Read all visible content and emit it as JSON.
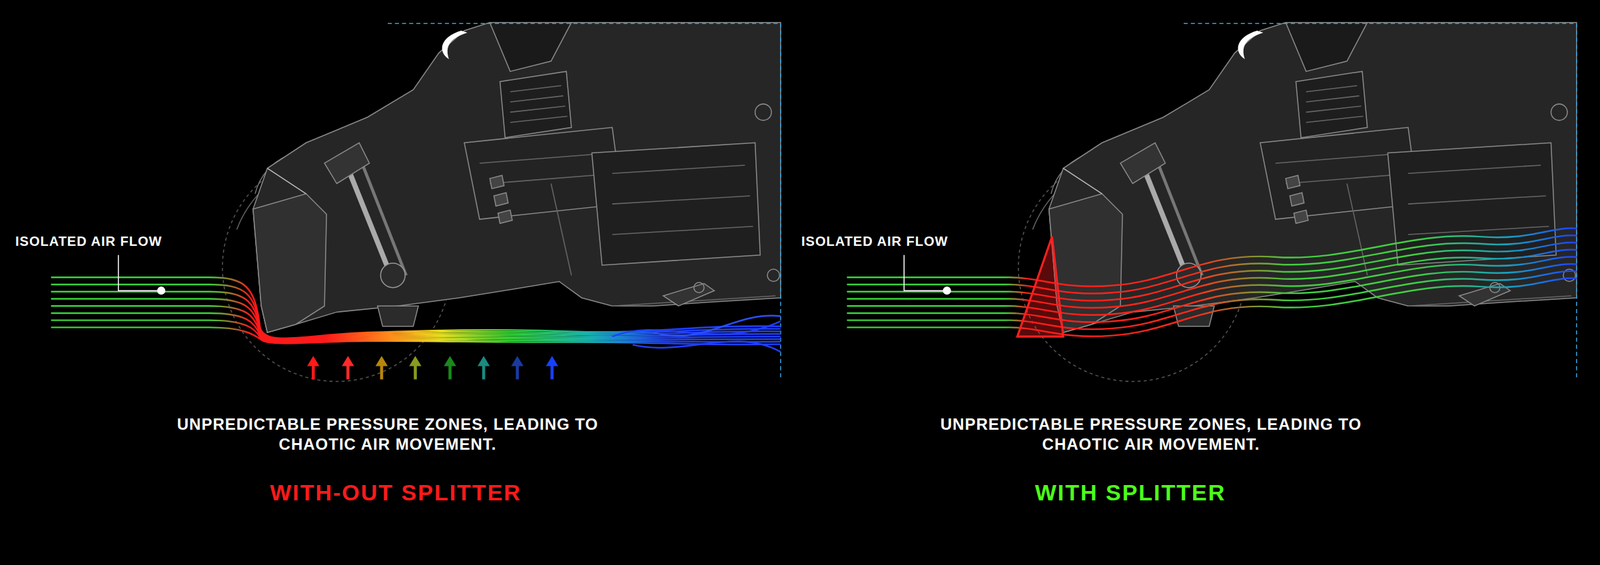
{
  "diagram": {
    "labels": [
      "ISOLATED AIR FLOW",
      "UNPREDICTABLE PRESSURE ZONES, LEADING TO CHAOTIC AIR MOVEMENT.",
      "WITH-OUT SPLITTER",
      "ISOLATED AIR FLOW",
      "UNPREDICTABLE PRESSURE ZONES, LEADING TO CHAOTIC AIR MOVEMENT.",
      "WITH SPLITTER"
    ]
  }
}
